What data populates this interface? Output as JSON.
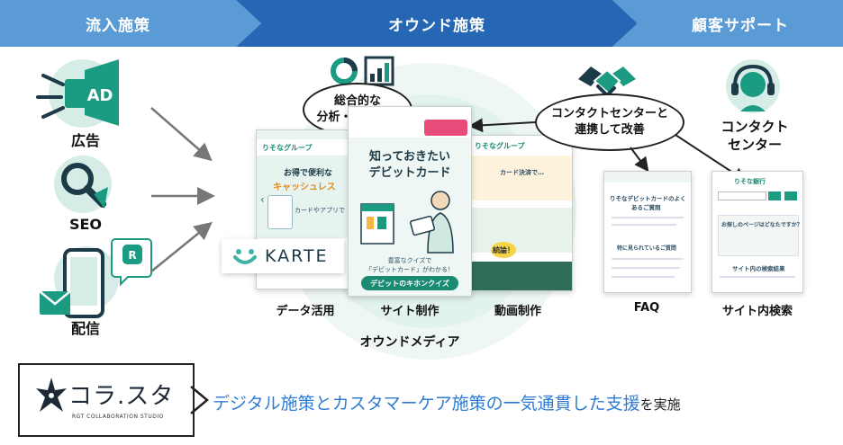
{
  "header": {
    "step1": "流入施策",
    "step2": "オウンド施策",
    "step3": "顧客サポート"
  },
  "inflow": {
    "ad_icon_text": "AD",
    "ad_label": "広告",
    "seo_label": "SEO",
    "delivery_label": "配信"
  },
  "owned": {
    "analysis_bubble_line1": "総合的な",
    "analysis_bubble_line2": "分析・改善提案",
    "karte_logo": "KARTE",
    "data_label": "データ活用",
    "site_label": "サイト制作",
    "video_label": "動画制作",
    "media_label": "オウンドメディア",
    "center_phone": {
      "title_line1": "知っておきたい",
      "title_line2": "デビットカード",
      "text1": "豊富なクイズで",
      "text2": "「デビットカード」がわかる！",
      "button": "デビットのキホンクイズ"
    },
    "left_phone": {
      "bank": "りそなグループ",
      "headline1": "お得で便利な",
      "headline2": "キャッシュレス",
      "sub": "カードやアプリで"
    },
    "right_phone": {
      "bank": "りそなグループ",
      "caption": "カード決済で…",
      "bubble": "続論！"
    }
  },
  "support": {
    "contact_bubble_line1": "コンタクトセンターと",
    "contact_bubble_line2": "連携して改善",
    "contact_center_line1": "コンタクト",
    "contact_center_line2": "センター",
    "faq_label": "FAQ",
    "search_label": "サイト内検索",
    "faq_phone": {
      "title1": "りそなデビットカードのよく",
      "title2": "あるご質問",
      "section": "特に見られているご質問"
    },
    "search_phone": {
      "bank": "りそな銀行",
      "q": "お探しのページはどなたですか？",
      "result": "サイト内の検索結果"
    }
  },
  "footer": {
    "logo_text": "コラ.スタ",
    "logo_sub": "RGT COLLABORATION STUDIO",
    "message_main": "デジタル施策とカスタマーケア施策の一気通貫した支援",
    "message_tail": "を実施"
  },
  "colors": {
    "header_light": "#5b9bd5",
    "header_dark": "#2667b5",
    "accent_teal": "#1a9b82",
    "icon_bg": "#d6ece6",
    "icon_dark": "#1d3a48",
    "message_blue": "#2f7bd2"
  }
}
